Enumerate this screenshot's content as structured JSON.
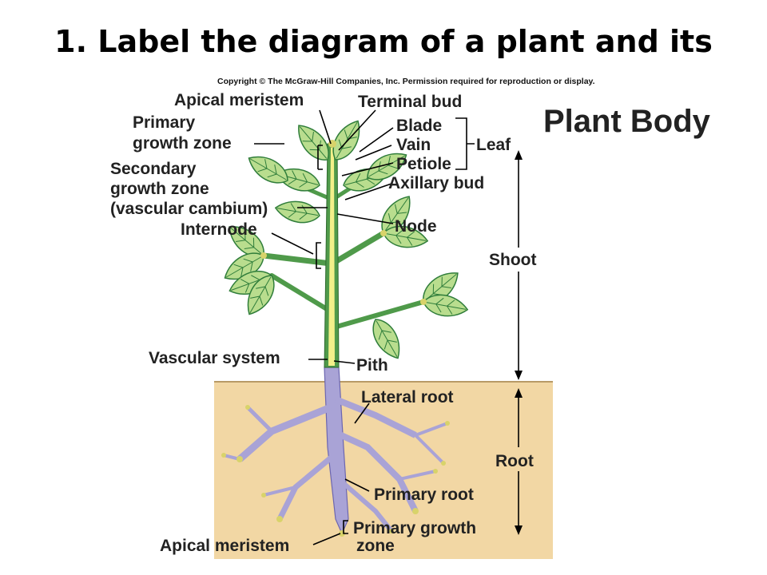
{
  "slide": {
    "title": "1. Label the diagram of a plant and its",
    "copyright": "Copyright © The McGraw-Hill Companies, Inc. Permission required for reproduction or display.",
    "figure_title": "Plant Body"
  },
  "labels": {
    "apical_meristem_top": "Apical meristem",
    "terminal_bud": "Terminal bud",
    "primary_growth_zone_1": "Primary",
    "primary_growth_zone_2": "growth zone",
    "blade": "Blade",
    "vain": "Vain",
    "petiole": "Petiole",
    "leaf": "Leaf",
    "secondary_growth_1": "Secondary",
    "secondary_growth_2": "growth zone",
    "secondary_growth_3": "(vascular cambium)",
    "axillary_bud": "Axillary bud",
    "node": "Node",
    "internode": "Internode",
    "shoot": "Shoot",
    "vascular_system": "Vascular system",
    "pith": "Pith",
    "lateral_root": "Lateral root",
    "root": "Root",
    "primary_root": "Primary root",
    "primary_growth_zone_bottom_1": "Primary growth",
    "primary_growth_zone_bottom_2": "zone",
    "apical_meristem_bottom": "Apical meristem"
  },
  "colors": {
    "soil": "#f2d7a4",
    "leaf": "#b9dd8e",
    "leaf_edge": "#2f7d3a",
    "stem": "#4f9a4a",
    "stem_core": "#f3f08a",
    "root": "#a9a3d6",
    "root_edge": "#6c66b0",
    "root_tip": "#d8d36a"
  }
}
